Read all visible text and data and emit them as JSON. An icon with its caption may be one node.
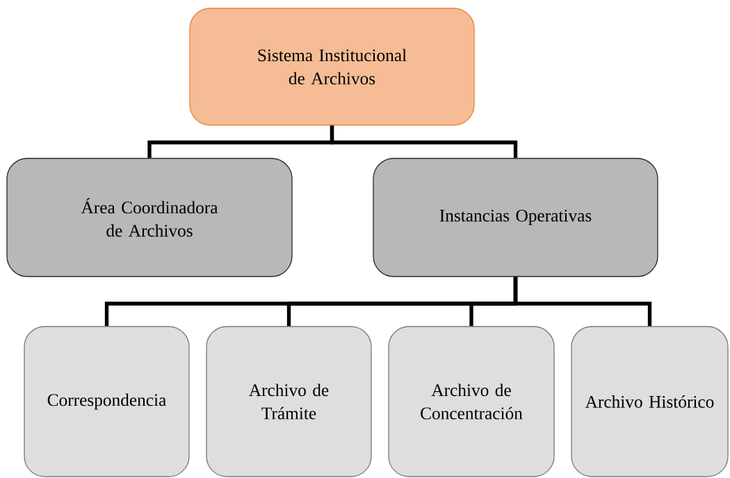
{
  "diagram": {
    "nodes": [
      {
        "text": [
          "Sistema Institucional de Archivos"
        ]
      },
      {
        "text": [
          "Área Coordinadora de Archivos"
        ]
      },
      {
        "text": [
          "Instancias Operativas"
        ]
      },
      {
        "text": [
          "Correspondencia"
        ]
      },
      {
        "text": [
          "Archivo de Trámite"
        ]
      },
      {
        "text": [
          "Archivo de Concentración"
        ]
      },
      {
        "text": [
          "Archivo Histórico"
        ]
      }
    ],
    "edges": [
      {
        "from": 0,
        "to": 1,
        "arrow": "none"
      },
      {
        "from": 0,
        "to": 2,
        "arrow": "none"
      },
      {
        "from": 2,
        "to": 3,
        "arrow": "none"
      },
      {
        "from": 2,
        "to": 4,
        "arrow": "none"
      },
      {
        "from": 2,
        "to": 5,
        "arrow": "none"
      },
      {
        "from": 2,
        "to": 6,
        "arrow": "none"
      }
    ]
  }
}
